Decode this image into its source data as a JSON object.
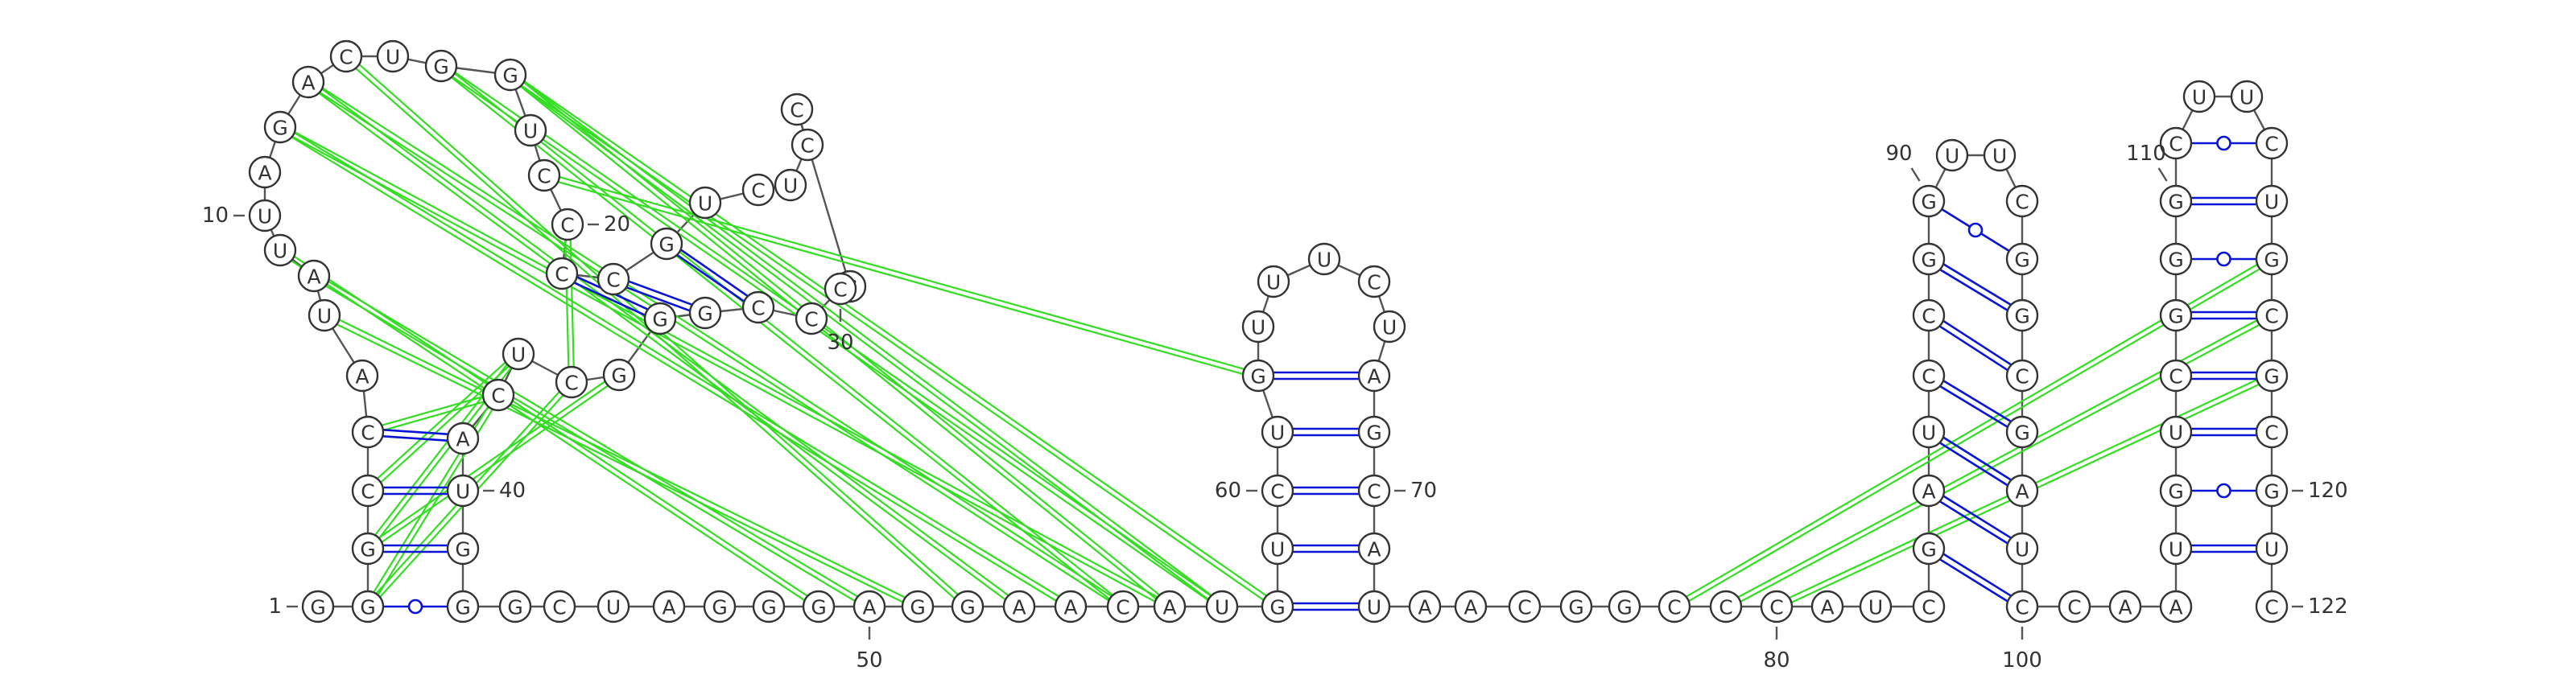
{
  "sequence": [
    "G",
    "G",
    "G",
    "C",
    "C",
    "A",
    "U",
    "A",
    "U",
    "U",
    "A",
    "G",
    "A",
    "C",
    "U",
    "G",
    "G",
    "U",
    "C",
    "C",
    "C",
    "C",
    "G",
    "U",
    "C",
    "U",
    "C",
    "C",
    "C",
    "C",
    "C",
    "C",
    "G",
    "G",
    "G",
    "C",
    "U",
    "C",
    "A",
    "U",
    "G",
    "G",
    "G",
    "C",
    "U",
    "A",
    "G",
    "G",
    "G",
    "A",
    "G",
    "G",
    "A",
    "A",
    "C",
    "A",
    "U",
    "G",
    "U",
    "C",
    "U",
    "G",
    "U",
    "U",
    "U",
    "C",
    "U",
    "A",
    "G",
    "C",
    "A",
    "U",
    "A",
    "A",
    "C",
    "G",
    "G",
    "C",
    "C",
    "C",
    "A",
    "U",
    "C",
    "G",
    "A",
    "U",
    "C",
    "C",
    "G",
    "G",
    "U",
    "U",
    "C",
    "G",
    "G",
    "C",
    "G",
    "A",
    "U",
    "C",
    "C",
    "A",
    "A",
    "U",
    "G",
    "U",
    "C",
    "G",
    "G",
    "G",
    "C",
    "U",
    "U",
    "C",
    "U",
    "G",
    "C",
    "G",
    "C",
    "G",
    "U",
    "C"
  ],
  "number_labels": [
    "1",
    "10",
    "20",
    "30",
    "40",
    "50",
    "60",
    "70",
    "80",
    "90",
    "100",
    "110",
    "120",
    "122"
  ],
  "colors": {
    "canonical_pair": "#0a14d6",
    "gu_pair": "#0a14d6",
    "pseudoknot_interaction": "#33dd22",
    "backbone": "#555555"
  }
}
